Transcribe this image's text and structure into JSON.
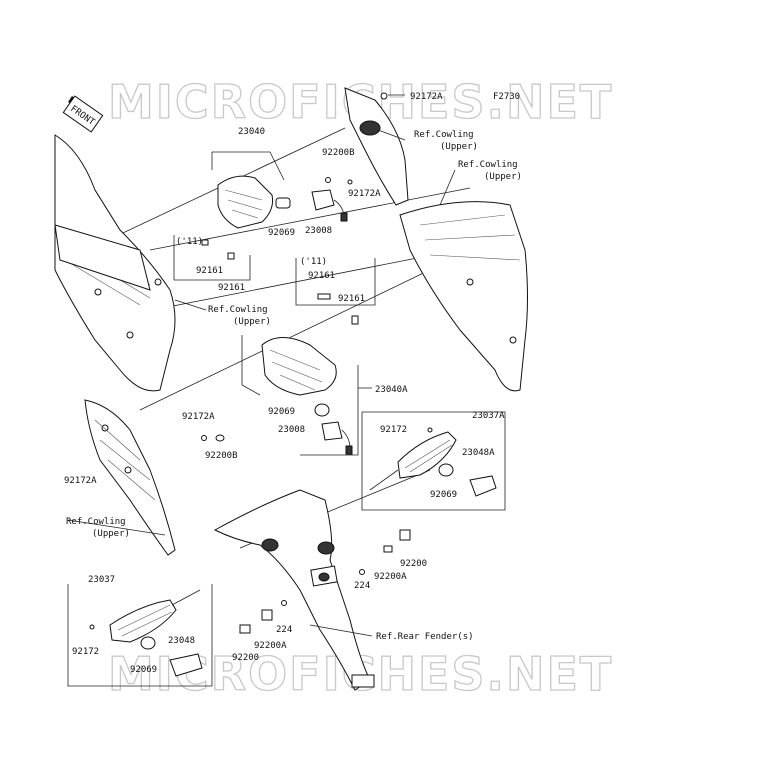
{
  "watermark": "MICROFICHES.NET",
  "figure_code": "F2730",
  "front_tag": "FRONT",
  "labels": {
    "l92172A_top": "92172A",
    "ref_cowl_upper_1a": "Ref.Cowling",
    "ref_cowl_upper_1b": "(Upper)",
    "ref_cowl_upper_2a": "Ref.Cowling",
    "ref_cowl_upper_2b": "(Upper)",
    "l23040": "23040",
    "l92200B_a": "92200B",
    "l92172A_b": "92172A",
    "l11_a": "('11)",
    "l92069_a": "92069",
    "l23008_a": "23008",
    "l92161_a": "92161",
    "l92161_b": "92161",
    "l11_b": "('11)",
    "l92161_c": "92161",
    "l92161_d": "92161",
    "ref_cowl_upper_3a": "Ref.Cowling",
    "ref_cowl_upper_3b": "(Upper)",
    "l23040A": "23040A",
    "l92172A_c": "92172A",
    "l92069_b": "92069",
    "l23008_b": "23008",
    "l92200B_b": "92200B",
    "l23037A": "23037A",
    "l92172_a": "92172",
    "l23048A": "23048A",
    "l92069_c": "92069",
    "l92172A_d": "92172A",
    "ref_cowl_upper_4a": "Ref.Cowling",
    "ref_cowl_upper_4b": "(Upper)",
    "l92200_a": "92200",
    "l92200A_a": "92200A",
    "l224_a": "224",
    "l23037": "23037",
    "l224_b": "224",
    "l92200A_b": "92200A",
    "l92200_b": "92200",
    "ref_rear_fender": "Ref.Rear Fender(s)",
    "l92172_b": "92172",
    "l23048": "23048",
    "l92069_d": "92069"
  }
}
